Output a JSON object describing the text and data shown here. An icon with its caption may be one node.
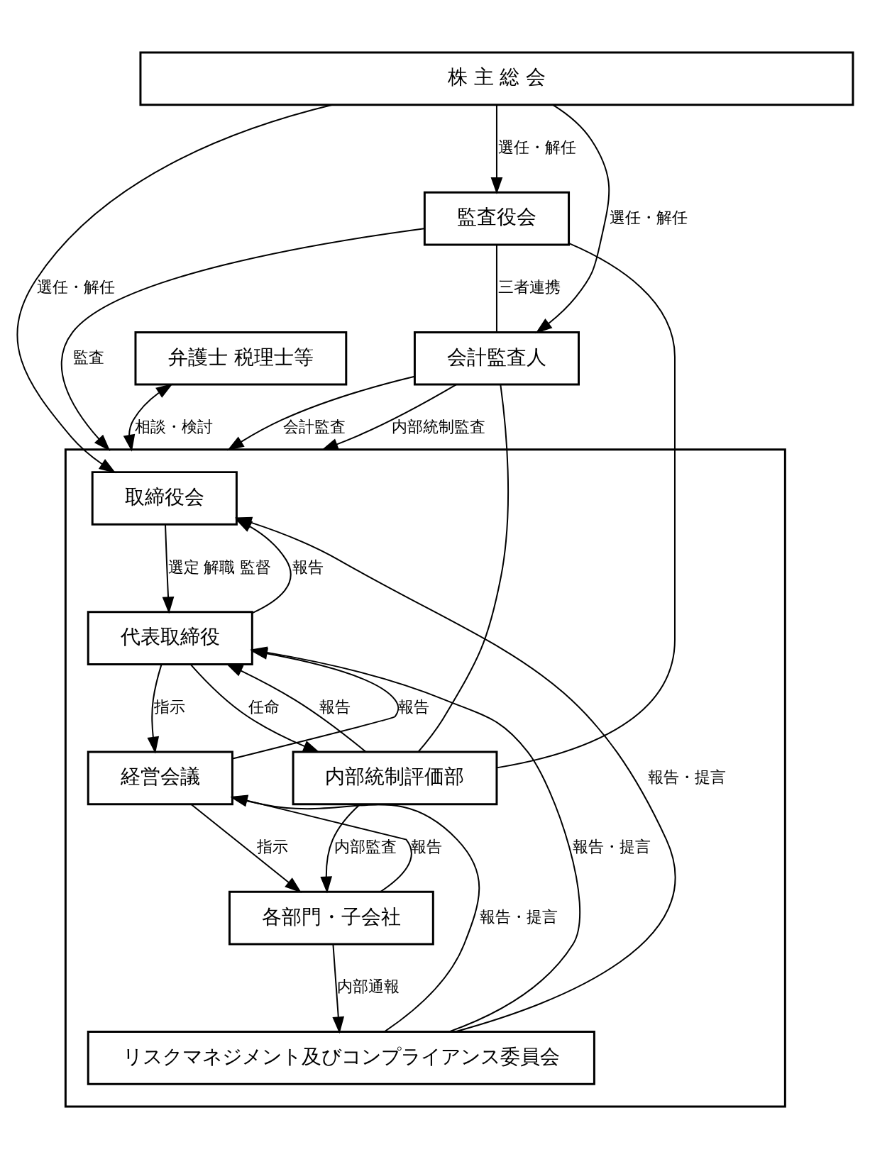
{
  "diagram": {
    "nodes": [
      {
        "text": [
          "株 主 総 会"
        ]
      },
      {
        "text": [],
        "shape": "box"
      },
      {
        "text": [
          "監査役会"
        ]
      },
      {
        "text": [
          "取締役会"
        ],
        "in": 1
      },
      {
        "text": [
          "会計監査人"
        ]
      },
      {
        "text": [
          "代表取締役"
        ],
        "in": 1
      },
      {
        "text": [
          "内部統制評価部"
        ],
        "in": 1
      },
      {
        "text": [
          "経営会議"
        ],
        "in": 1
      },
      {
        "text": [
          "弁護士 税理士等"
        ]
      },
      {
        "text": [
          "各部門・子会社"
        ],
        "in": 1
      },
      {
        "text": [
          "リスクマネジメント及びコンプライアンス委員会"
        ],
        "in": 1
      }
    ],
    "edges": [
      {
        "from": 0,
        "to": 4,
        "arrow": "to",
        "label": "選任・解任"
      },
      {
        "from": 0,
        "to": 2,
        "arrow": "to",
        "label": "選任・解任"
      },
      {
        "from": 0,
        "to": 3,
        "arrow": "to",
        "label": "選任・解任"
      },
      {
        "from": 2,
        "to": 1,
        "arrow": "to",
        "label": "監査"
      },
      {
        "from": 2,
        "to": 4,
        "arrow": "none",
        "label": "三者連携"
      },
      {
        "from": 2,
        "to": 6,
        "arrow": "none"
      },
      {
        "from": 4,
        "to": 6,
        "arrow": "none"
      },
      {
        "from": 4,
        "to": 1,
        "arrow": "to",
        "label": "会計監査"
      },
      {
        "from": 4,
        "to": 1,
        "arrow": "to",
        "label": "内部統制監査"
      },
      {
        "from": 5,
        "to": 3,
        "arrow": "to",
        "label": "報告"
      },
      {
        "from": 3,
        "to": 5,
        "arrow": "to",
        "label": "選定 解職 監督"
      },
      {
        "from": 10,
        "to": 3,
        "arrow": "to",
        "label": "報告・提言"
      },
      {
        "from": 6,
        "to": 5,
        "arrow": "to",
        "label": "報告"
      },
      {
        "from": 5,
        "to": 6,
        "arrow": "to",
        "label": "任命"
      },
      {
        "from": 10,
        "to": 5,
        "arrow": "to",
        "label": "報告・提言"
      },
      {
        "from": 7,
        "to": 5,
        "arrow": "to",
        "label": "報告"
      },
      {
        "from": 5,
        "to": 7,
        "arrow": "to",
        "label": "指示"
      },
      {
        "from": 10,
        "to": 7,
        "arrow": "to",
        "label": "報告・提言"
      },
      {
        "from": 6,
        "to": 9,
        "arrow": "to",
        "label": "内部監査"
      },
      {
        "from": 9,
        "to": 7,
        "arrow": "to",
        "label": "報告"
      },
      {
        "from": 7,
        "to": 9,
        "arrow": "to",
        "label": "指示"
      },
      {
        "from": 8,
        "to": 1,
        "arrow": "both",
        "label": "相談・検討"
      },
      {
        "from": 9,
        "to": 10,
        "arrow": "to",
        "label": "内部通報"
      }
    ]
  }
}
